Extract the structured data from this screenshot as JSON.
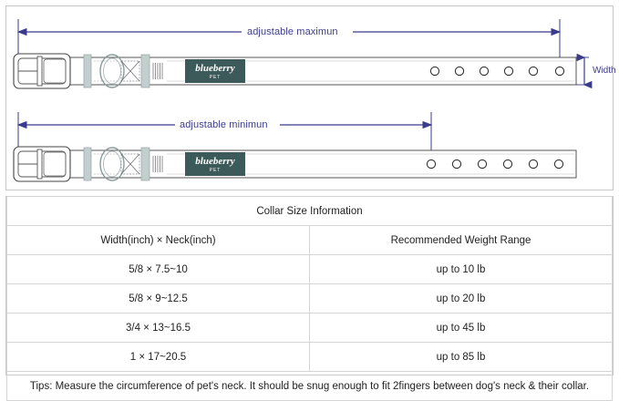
{
  "diagram": {
    "row_max": {
      "dimension_label": "adjustable maximun",
      "brand_line1": "blueberry",
      "brand_line2": "PET",
      "holes": 6,
      "width_label": "Width"
    },
    "row_min": {
      "dimension_label": "adjustable minimun",
      "brand_line1": "blueberry",
      "brand_line2": "PET",
      "holes": 6
    },
    "colors": {
      "dimension": "#3b3b8c",
      "outline": "#555555",
      "hardware": "#c3cfcf",
      "logo_box": "#3d5a5a",
      "strap_fill": "#ffffff"
    }
  },
  "table": {
    "title": "Collar Size Information",
    "headers": [
      "Width(inch)  ×  Neck(inch)",
      "Recommended Weight Range"
    ],
    "rows": [
      [
        "5/8 × 7.5~10",
        "up to 10 lb"
      ],
      [
        "5/8 × 9~12.5",
        "up to 20 lb"
      ],
      [
        "3/4 × 13~16.5",
        "up to 45 lb"
      ],
      [
        "1 × 17~20.5",
        "up to 85 lb"
      ]
    ],
    "tips": "Tips: Measure the circumference of pet's neck. It should be snug enough to fit 2fingers between dog's neck & their collar."
  }
}
